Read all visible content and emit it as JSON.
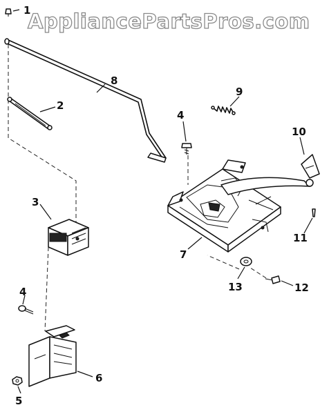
{
  "watermark": "AppliancePartsPros.com",
  "callouts": {
    "c1": "1",
    "c2": "2",
    "c3": "3",
    "c4a": "4",
    "c4b": "4",
    "c5": "5",
    "c6": "6",
    "c7": "7",
    "c8": "8",
    "c9": "9",
    "c10": "10",
    "c11": "11",
    "c12": "12",
    "c13": "13"
  }
}
